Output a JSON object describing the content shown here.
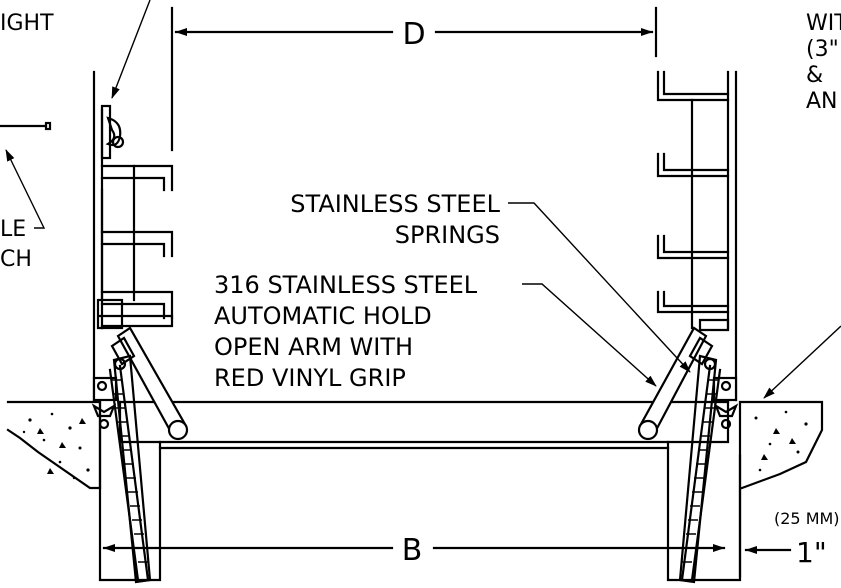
{
  "labels": {
    "dim_d": "D",
    "dim_b": "B",
    "dim_one_inch": "1\"",
    "dim_25mm": "(25 MM)",
    "springs_line1": "STAINLESS STEEL",
    "springs_line2": "SPRINGS",
    "arm_line1": "316 STAINLESS STEEL",
    "arm_line2": "AUTOMATIC HOLD",
    "arm_line3": "OPEN ARM WITH",
    "arm_line4": "RED VINYL GRIP",
    "left_frag_top": "IGHT",
    "left_frag_le": "LE",
    "left_frag_ch": "CH",
    "right_frag_1": "WIT",
    "right_frag_2": "(3\"",
    "right_frag_3": "&",
    "right_frag_4": "AN"
  }
}
